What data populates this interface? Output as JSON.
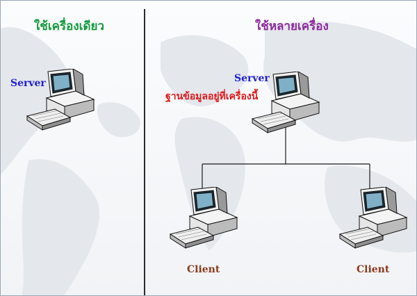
{
  "left_panel": {
    "heading": "ใช้เครื่องเดียว",
    "server_label": "Server"
  },
  "right_panel": {
    "heading": "ใช้หลายเครื่อง",
    "server_label": "Server",
    "database_note": "ฐานข้อมูลอยู่ที่เครื่องนี้",
    "clients": [
      {
        "label": "Client"
      },
      {
        "label": "Client"
      }
    ]
  },
  "colors": {
    "single_heading": "#159b3e",
    "multi_heading": "#8e2a9c",
    "server_label": "#2020d8",
    "client_label": "#8b3a1c",
    "note": "#e01a1a"
  },
  "icons": [
    "computer-icon",
    "network-line"
  ]
}
